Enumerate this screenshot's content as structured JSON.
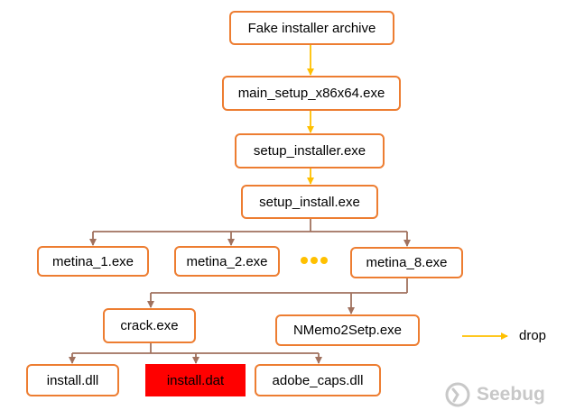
{
  "nodes": {
    "archive": "Fake installer archive",
    "main_setup": "main_setup_x86x64.exe",
    "setup_installer": "setup_installer.exe",
    "setup_install": "setup_install.exe",
    "metina_1": "metina_1.exe",
    "metina_2": "metina_2.exe",
    "metina_8": "metina_8.exe",
    "crack": "crack.exe",
    "nmemo": "NMemo2Setp.exe",
    "install_dll": "install.dll",
    "install_dat": "install.dat",
    "adobe_caps": "adobe_caps.dll"
  },
  "legend": {
    "drop_label": "drop"
  },
  "watermark": {
    "text": "Seebug"
  },
  "colors": {
    "box_border": "#ED7D31",
    "drop_arrow": "#FFC000",
    "tree_line": "#A0715E",
    "highlight": "#FF0000"
  }
}
